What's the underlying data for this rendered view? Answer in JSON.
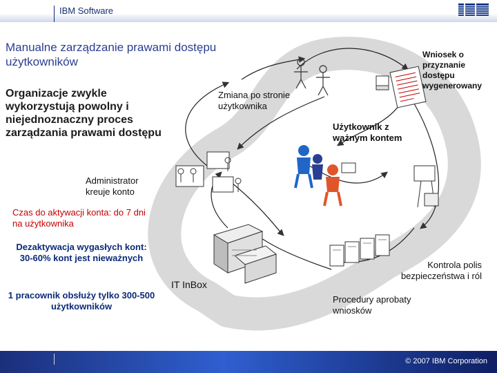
{
  "header": {
    "brand": "IBM Software",
    "logo_text": "IBM"
  },
  "slide": {
    "title": "Manualne zarządzanie prawami dostępu użytkowników",
    "main_bullet": "Organizacje zwykle wykorzystują powolny i niejednoznaczny proces zarządzania prawami dostępu"
  },
  "diagram": {
    "label_change": "Zmiana po stronie użytkownika",
    "label_request": "Wniosek o przyznanie dostępu wygenerowany",
    "label_user": "Użytkownik z ważnym kontem",
    "label_admin": "Administrator kreuje konto",
    "label_activation": "Czas do aktywacji konta: do 7 dni na użytkownika",
    "label_deactivation": "Dezaktywacja wygasłych kont: 30-60% kont jest nieważnych",
    "label_staff": "1 pracownik obsłuży tylko 300-500 użytkowników",
    "label_inbox": "IT InBox",
    "label_policy": "Kontrola polis bezpieczeństwa i ról",
    "label_procedures": "Procedury aprobaty wniosków"
  },
  "footer": {
    "copyright": "© 2007 IBM Corporation"
  },
  "colors": {
    "title": "#2a3f8f",
    "alert": "#c40000",
    "footer_dark": "#1b2f7a",
    "footer_light": "#2f5fd0"
  }
}
